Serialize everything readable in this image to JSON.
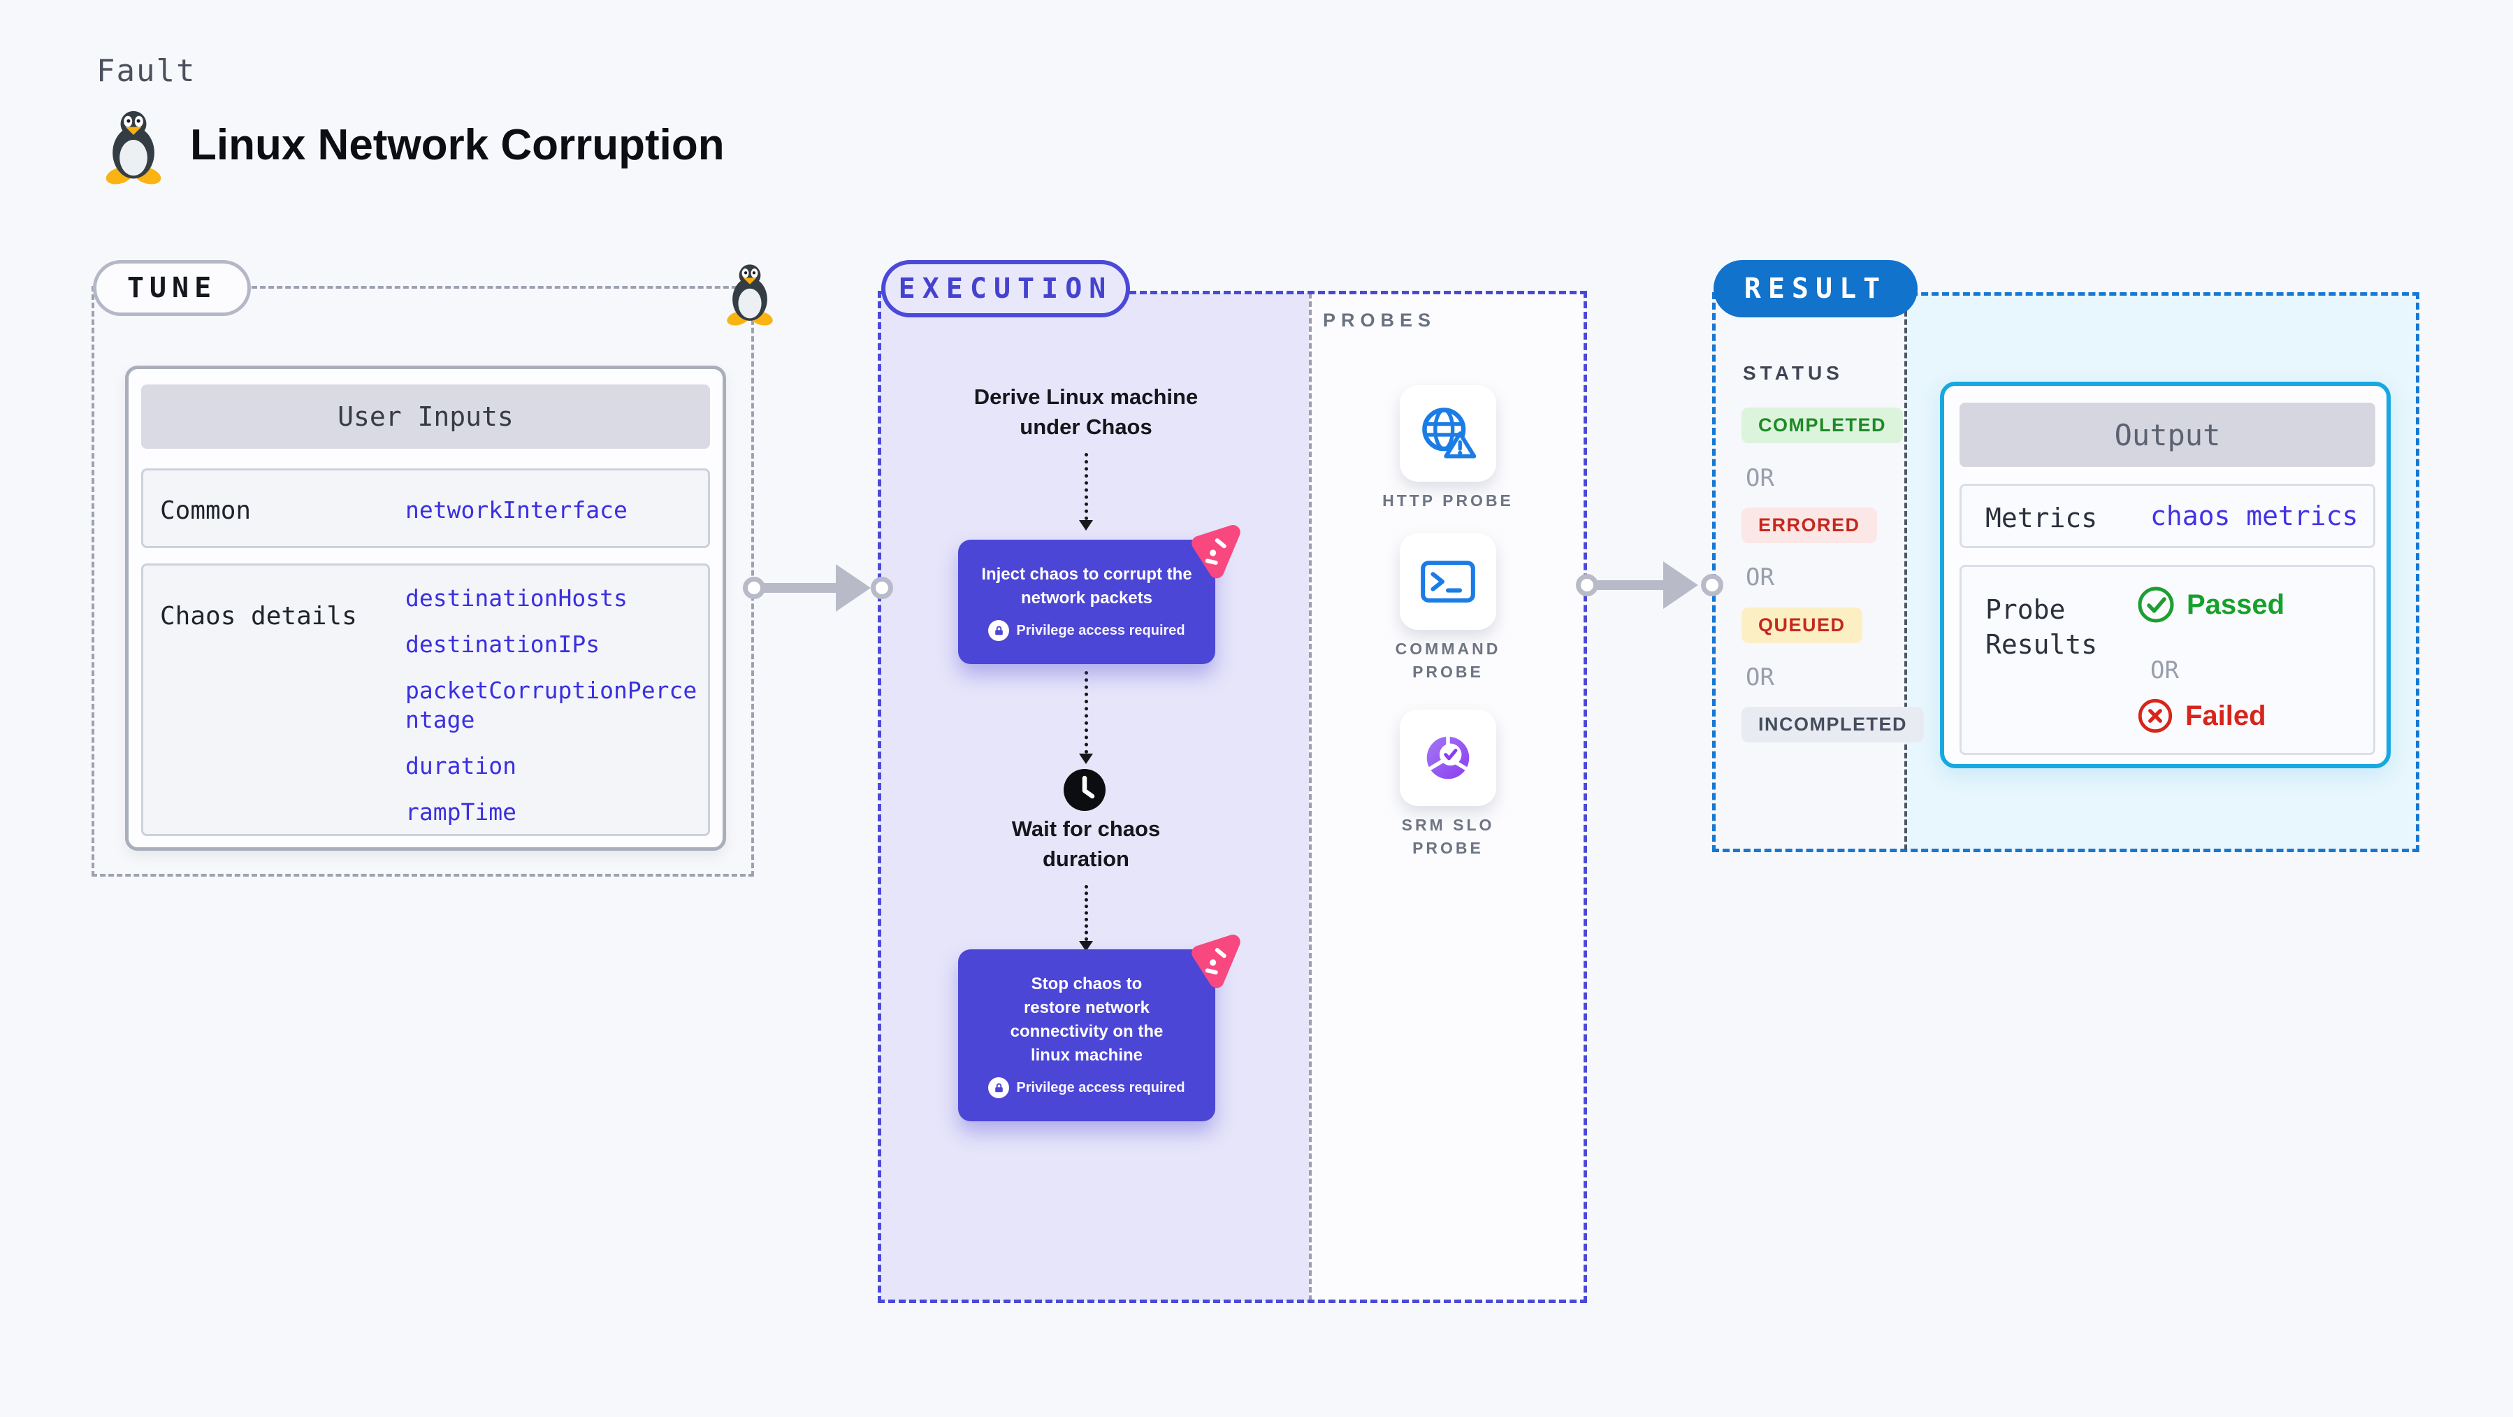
{
  "header": {
    "kicker": "Fault",
    "title": "Linux Network Corruption"
  },
  "tune": {
    "label": "TUNE",
    "user_inputs": {
      "title": "User Inputs",
      "rows": [
        {
          "label": "Common",
          "values": [
            "networkInterface"
          ]
        },
        {
          "label": "Chaos details",
          "values": [
            "destinationHosts",
            "destinationIPs",
            "packetCorruptionPercentage",
            "duration",
            "rampTime"
          ]
        }
      ]
    }
  },
  "execution": {
    "label": "EXECUTION",
    "steps": [
      {
        "type": "text",
        "lines": [
          "Derive Linux machine",
          "under Chaos"
        ]
      },
      {
        "type": "action-card",
        "lines": [
          "Inject chaos to corrupt the",
          "network packets"
        ],
        "note": "Privilege access required",
        "badge_icon": "chaos-badge-icon"
      },
      {
        "type": "wait",
        "icon": "clock-icon",
        "lines": [
          "Wait for chaos",
          "duration"
        ]
      },
      {
        "type": "action-card",
        "lines": [
          "Stop chaos to",
          "restore network",
          "connectivity on the",
          "linux machine"
        ],
        "note": "Privilege access required",
        "badge_icon": "chaos-badge-icon"
      }
    ],
    "probes": {
      "title": "PROBES",
      "items": [
        {
          "label": "HTTP PROBE",
          "icon": "globe-alert-icon"
        },
        {
          "label": "COMMAND PROBE",
          "icon": "terminal-icon"
        },
        {
          "label": "SRM SLO PROBE",
          "icon": "pie-check-icon"
        }
      ]
    }
  },
  "result": {
    "label": "RESULT",
    "status": {
      "title": "STATUS",
      "or_label": "OR",
      "badges": [
        {
          "label": "COMPLETED",
          "tone": "success"
        },
        {
          "label": "ERRORED",
          "tone": "error"
        },
        {
          "label": "QUEUED",
          "tone": "warning"
        },
        {
          "label": "INCOMPLETED",
          "tone": "neutral"
        }
      ]
    },
    "output": {
      "title": "Output",
      "rows": {
        "metrics_label": "Metrics",
        "metrics_value": "chaos metrics",
        "probe_results_label": "Probe Results",
        "passed_label": "Passed",
        "or_label": "OR",
        "failed_label": "Failed"
      }
    }
  },
  "colors": {
    "accent_indigo": "#4c46d6",
    "accent_blue": "#1173cb",
    "accent_cyan": "#17a8e0",
    "accent_pink": "#f8487f",
    "success_green": "#1d8a26",
    "error_red": "#c5281e",
    "warning_yellow": "#fcefc4",
    "value_blue": "#3a2fe0"
  }
}
